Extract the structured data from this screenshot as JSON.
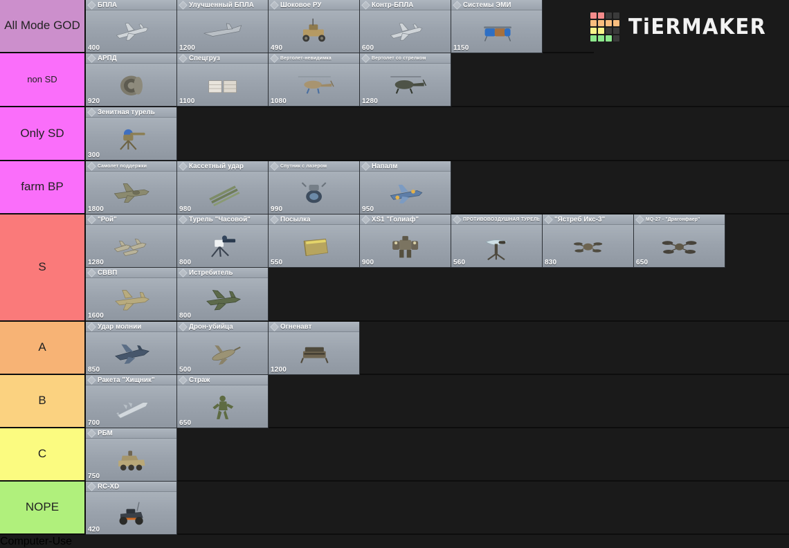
{
  "brand": {
    "name": "TiERMAKER",
    "logo_colors": [
      "#f58b8b",
      "#f58b8b",
      "#3a3a3a",
      "#3a3a3a",
      "#f9bd7e",
      "#f9bd7e",
      "#f9bd7e",
      "#f9bd7e",
      "#f7f48a",
      "#f7f48a",
      "#3a3a3a",
      "#3a3a3a",
      "#8ce88c",
      "#8ce88c",
      "#8ce88c",
      "#3a3a3a"
    ]
  },
  "tiers": [
    {
      "label": "All Mode GOD",
      "color": "#cc8fcc",
      "label_size": "normal",
      "items": [
        {
          "name": "БПЛА",
          "cost": "400",
          "art": "plane-jet",
          "title_size": "normal"
        },
        {
          "name": "Улучшенный БПЛА",
          "cost": "1200",
          "art": "drone-wing",
          "title_size": "normal"
        },
        {
          "name": "Шоковое РУ",
          "cost": "490",
          "art": "buggy",
          "title_size": "normal"
        },
        {
          "name": "Контр-БПЛА",
          "cost": "600",
          "art": "plane-jet",
          "title_size": "normal"
        },
        {
          "name": "Системы ЭМИ",
          "cost": "1150",
          "art": "emp-pod",
          "title_size": "normal"
        }
      ]
    },
    {
      "label": "non SD",
      "color": "#fa6efa",
      "label_size": "small",
      "items": [
        {
          "name": "АРПД",
          "cost": "920",
          "art": "turbine",
          "title_size": "normal"
        },
        {
          "name": "Спецгруз",
          "cost": "1100",
          "art": "crates",
          "title_size": "normal"
        },
        {
          "name": "Вертолет-невидимка",
          "cost": "1080",
          "art": "heli",
          "title_size": "tiny"
        },
        {
          "name": "Вертолет со стрелком",
          "cost": "1280",
          "art": "heli-dark",
          "title_size": "tiny"
        }
      ]
    },
    {
      "label": "Only SD",
      "color": "#fa6efa",
      "label_size": "normal",
      "items": [
        {
          "name": "Зенитная турель",
          "cost": "300",
          "art": "aa-turret",
          "title_size": "normal"
        }
      ]
    },
    {
      "label": "farm BP",
      "color": "#fa6efa",
      "label_size": "normal",
      "items": [
        {
          "name": "Самолет поддержки",
          "cost": "1800",
          "art": "plane-support",
          "title_size": "tiny"
        },
        {
          "name": "Кассетный удар",
          "cost": "980",
          "art": "missiles",
          "title_size": "normal"
        },
        {
          "name": "Спутник с лазером",
          "cost": "990",
          "art": "satellite",
          "title_size": "tiny"
        },
        {
          "name": "Напалм",
          "cost": "950",
          "art": "plane-blue",
          "title_size": "normal"
        }
      ]
    },
    {
      "label": "S",
      "color": "#fa7a7a",
      "label_size": "normal",
      "items": [
        {
          "name": "\"Рой\"",
          "cost": "1280",
          "art": "swarm",
          "title_size": "normal"
        },
        {
          "name": "Турель \"Часовой\"",
          "cost": "800",
          "art": "sentry",
          "title_size": "normal"
        },
        {
          "name": "Посылка",
          "cost": "550",
          "art": "carepack",
          "title_size": "normal"
        },
        {
          "name": "XS1 \"Голиаф\"",
          "cost": "900",
          "art": "mech",
          "title_size": "normal"
        },
        {
          "name": "ПРОТИВОВОЗДУШНАЯ ТУРЕЛЬ",
          "cost": "560",
          "art": "radar-turret",
          "title_size": "tiny"
        },
        {
          "name": "\"Ястреб Икс-3\"",
          "cost": "830",
          "art": "quadrotor",
          "title_size": "normal"
        },
        {
          "name": "MQ-27 - \"Драгонфаер\"",
          "cost": "650",
          "art": "quadrotor-big",
          "title_size": "tiny"
        },
        {
          "name": "СВВП",
          "cost": "1600",
          "art": "vtol",
          "title_size": "normal"
        },
        {
          "name": "Истребитель",
          "cost": "800",
          "art": "fighter",
          "title_size": "normal"
        }
      ]
    },
    {
      "label": "A",
      "color": "#f7b375",
      "label_size": "normal",
      "items": [
        {
          "name": "Удар молнии",
          "cost": "850",
          "art": "stealth-jet",
          "title_size": "normal"
        },
        {
          "name": "Дрон-убийца",
          "cost": "500",
          "art": "kamikaze-drone",
          "title_size": "normal"
        },
        {
          "name": "Огненавт",
          "cost": "1200",
          "art": "flamer",
          "title_size": "normal"
        }
      ]
    },
    {
      "label": "B",
      "color": "#fbd280",
      "label_size": "normal",
      "items": [
        {
          "name": "Ракета \"Хищник\"",
          "cost": "700",
          "art": "missile",
          "title_size": "normal"
        },
        {
          "name": "Страж",
          "cost": "650",
          "art": "soldier",
          "title_size": "normal"
        }
      ]
    },
    {
      "label": "C",
      "color": "#fbfb80",
      "label_size": "normal",
      "items": [
        {
          "name": "РБМ",
          "cost": "750",
          "art": "apc",
          "title_size": "normal"
        }
      ]
    },
    {
      "label": "NOPE",
      "color": "#b0f07c",
      "label_size": "normal",
      "items": [
        {
          "name": "RC-XD",
          "cost": "420",
          "art": "rc-car",
          "title_size": "normal"
        }
      ]
    }
  ]
}
